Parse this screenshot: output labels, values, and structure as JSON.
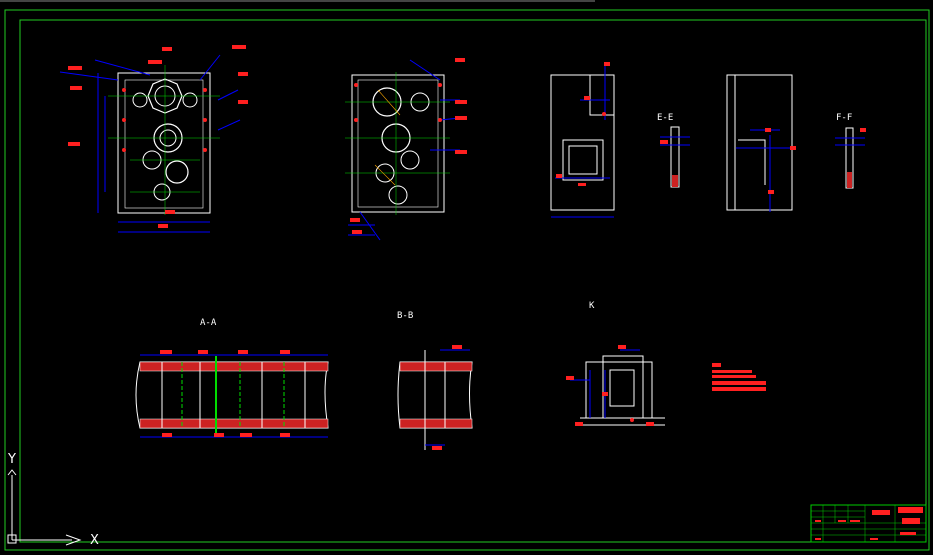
{
  "viewport": {
    "background": "#000000",
    "colors": {
      "frame": "#22cc22",
      "outline": "#ffffff",
      "dimension": "#0000ff",
      "annotation": "#ff2020",
      "centerline": "#00dd00",
      "hatch": "#cc2222",
      "title_block": "#00cc00",
      "ucs": "#ffffff"
    }
  },
  "views": {
    "section_aa_label": "A-A",
    "section_bb_label": "B-B",
    "detail_k_label": "K",
    "section_ee_label": "E-E",
    "section_ff_label": "F-F"
  },
  "ucs": {
    "x_label": "X",
    "y_label": "Y",
    "icon": "ucs-icon"
  }
}
